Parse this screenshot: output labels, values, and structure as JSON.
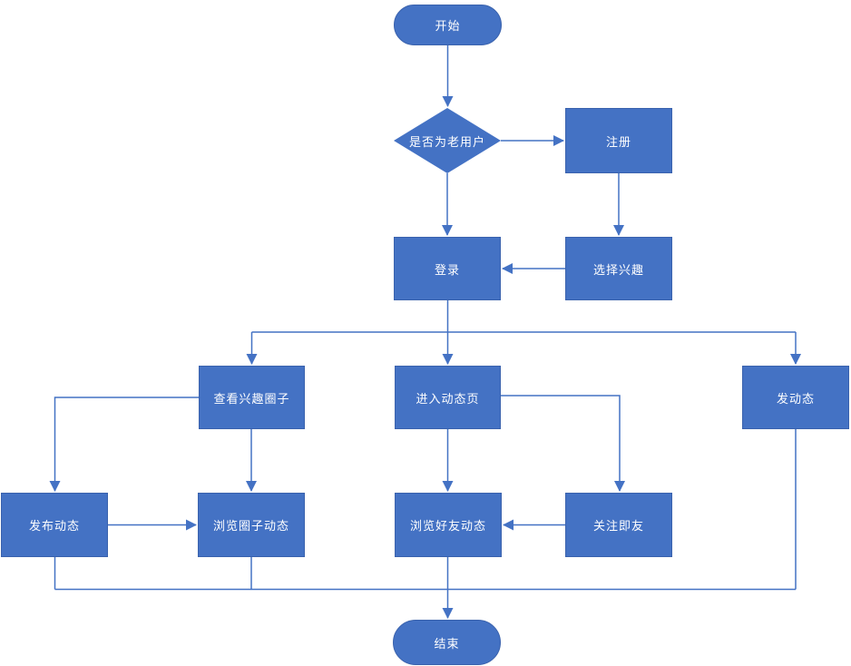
{
  "diagram": {
    "type": "flowchart",
    "colors": {
      "shape_fill": "#4472C4",
      "shape_border": "#3A62AD",
      "connector": "#4472C4",
      "text": "#FFFFFF",
      "background": "#FFFFFF"
    },
    "nodes": [
      {
        "id": "start",
        "type": "terminator",
        "label": "开始"
      },
      {
        "id": "is-old-user",
        "type": "decision",
        "label": "是否为老用户"
      },
      {
        "id": "register",
        "type": "process",
        "label": "注册"
      },
      {
        "id": "login",
        "type": "process",
        "label": "登录"
      },
      {
        "id": "select-interests",
        "type": "process",
        "label": "选择兴趣"
      },
      {
        "id": "view-interest-circles",
        "type": "process",
        "label": "查看兴趣圈子"
      },
      {
        "id": "enter-feed-page",
        "type": "process",
        "label": "进入动态页"
      },
      {
        "id": "post-feed",
        "type": "process",
        "label": "发动态"
      },
      {
        "id": "publish-feed",
        "type": "process",
        "label": "发布动态"
      },
      {
        "id": "browse-circle-feed",
        "type": "process",
        "label": "浏览圈子动态"
      },
      {
        "id": "browse-friend-feed",
        "type": "process",
        "label": "浏览好友动态"
      },
      {
        "id": "follow-friends",
        "type": "process",
        "label": "关注即友"
      },
      {
        "id": "end",
        "type": "terminator",
        "label": "结束"
      }
    ],
    "edges": [
      {
        "from": "start",
        "to": "is-old-user"
      },
      {
        "from": "is-old-user",
        "to": "register"
      },
      {
        "from": "is-old-user",
        "to": "login"
      },
      {
        "from": "register",
        "to": "select-interests"
      },
      {
        "from": "select-interests",
        "to": "login"
      },
      {
        "from": "login",
        "to": "view-interest-circles"
      },
      {
        "from": "login",
        "to": "enter-feed-page"
      },
      {
        "from": "login",
        "to": "post-feed"
      },
      {
        "from": "view-interest-circles",
        "to": "publish-feed"
      },
      {
        "from": "view-interest-circles",
        "to": "browse-circle-feed"
      },
      {
        "from": "publish-feed",
        "to": "browse-circle-feed"
      },
      {
        "from": "enter-feed-page",
        "to": "browse-friend-feed"
      },
      {
        "from": "enter-feed-page",
        "to": "follow-friends"
      },
      {
        "from": "follow-friends",
        "to": "browse-friend-feed"
      },
      {
        "from": "publish-feed",
        "to": "end"
      },
      {
        "from": "browse-circle-feed",
        "to": "end"
      },
      {
        "from": "browse-friend-feed",
        "to": "end"
      },
      {
        "from": "post-feed",
        "to": "end"
      }
    ]
  }
}
